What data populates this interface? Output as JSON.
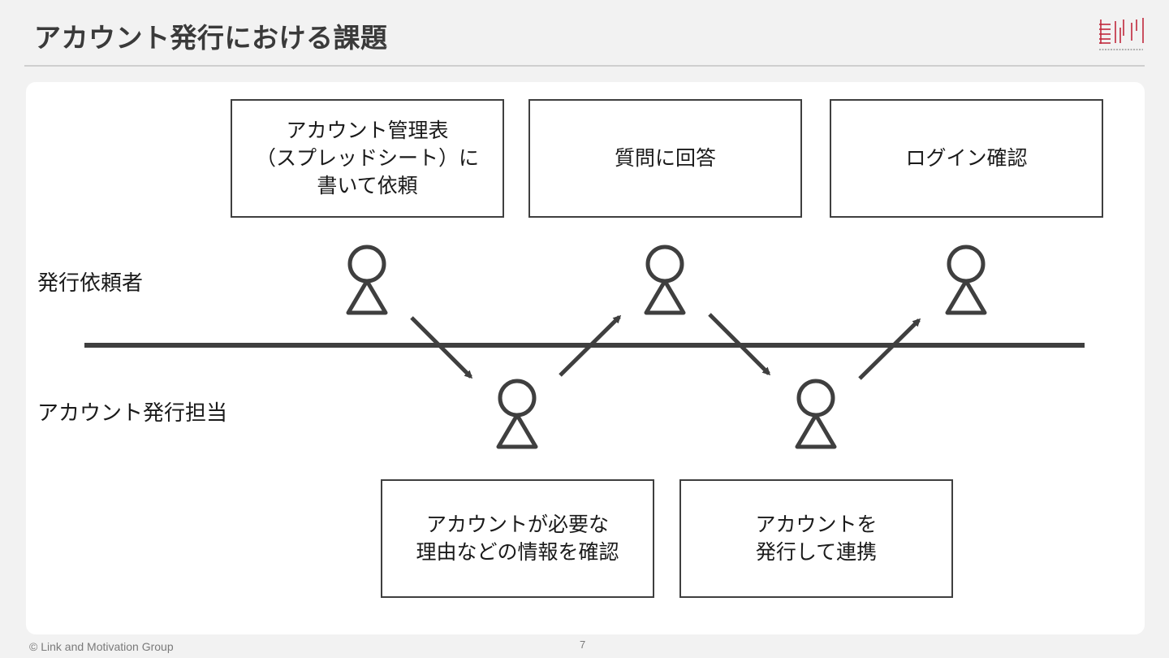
{
  "slide": {
    "title": "アカウント発行における課題",
    "page_number": "7",
    "copyright": "© Link and Motivation Group"
  },
  "roles": {
    "requester": "発行依頼者",
    "issuer": "アカウント発行担当"
  },
  "steps": {
    "request": "アカウント管理表\n（スプレッドシート）に\n書いて依頼",
    "check_reason": "アカウントが必要な\n理由などの情報を確認",
    "answer": "質問に回答",
    "issue": "アカウントを\n発行して連携",
    "login": "ログイン確認"
  },
  "colors": {
    "line": "#3f3f3f",
    "logo": "#c0283c"
  }
}
